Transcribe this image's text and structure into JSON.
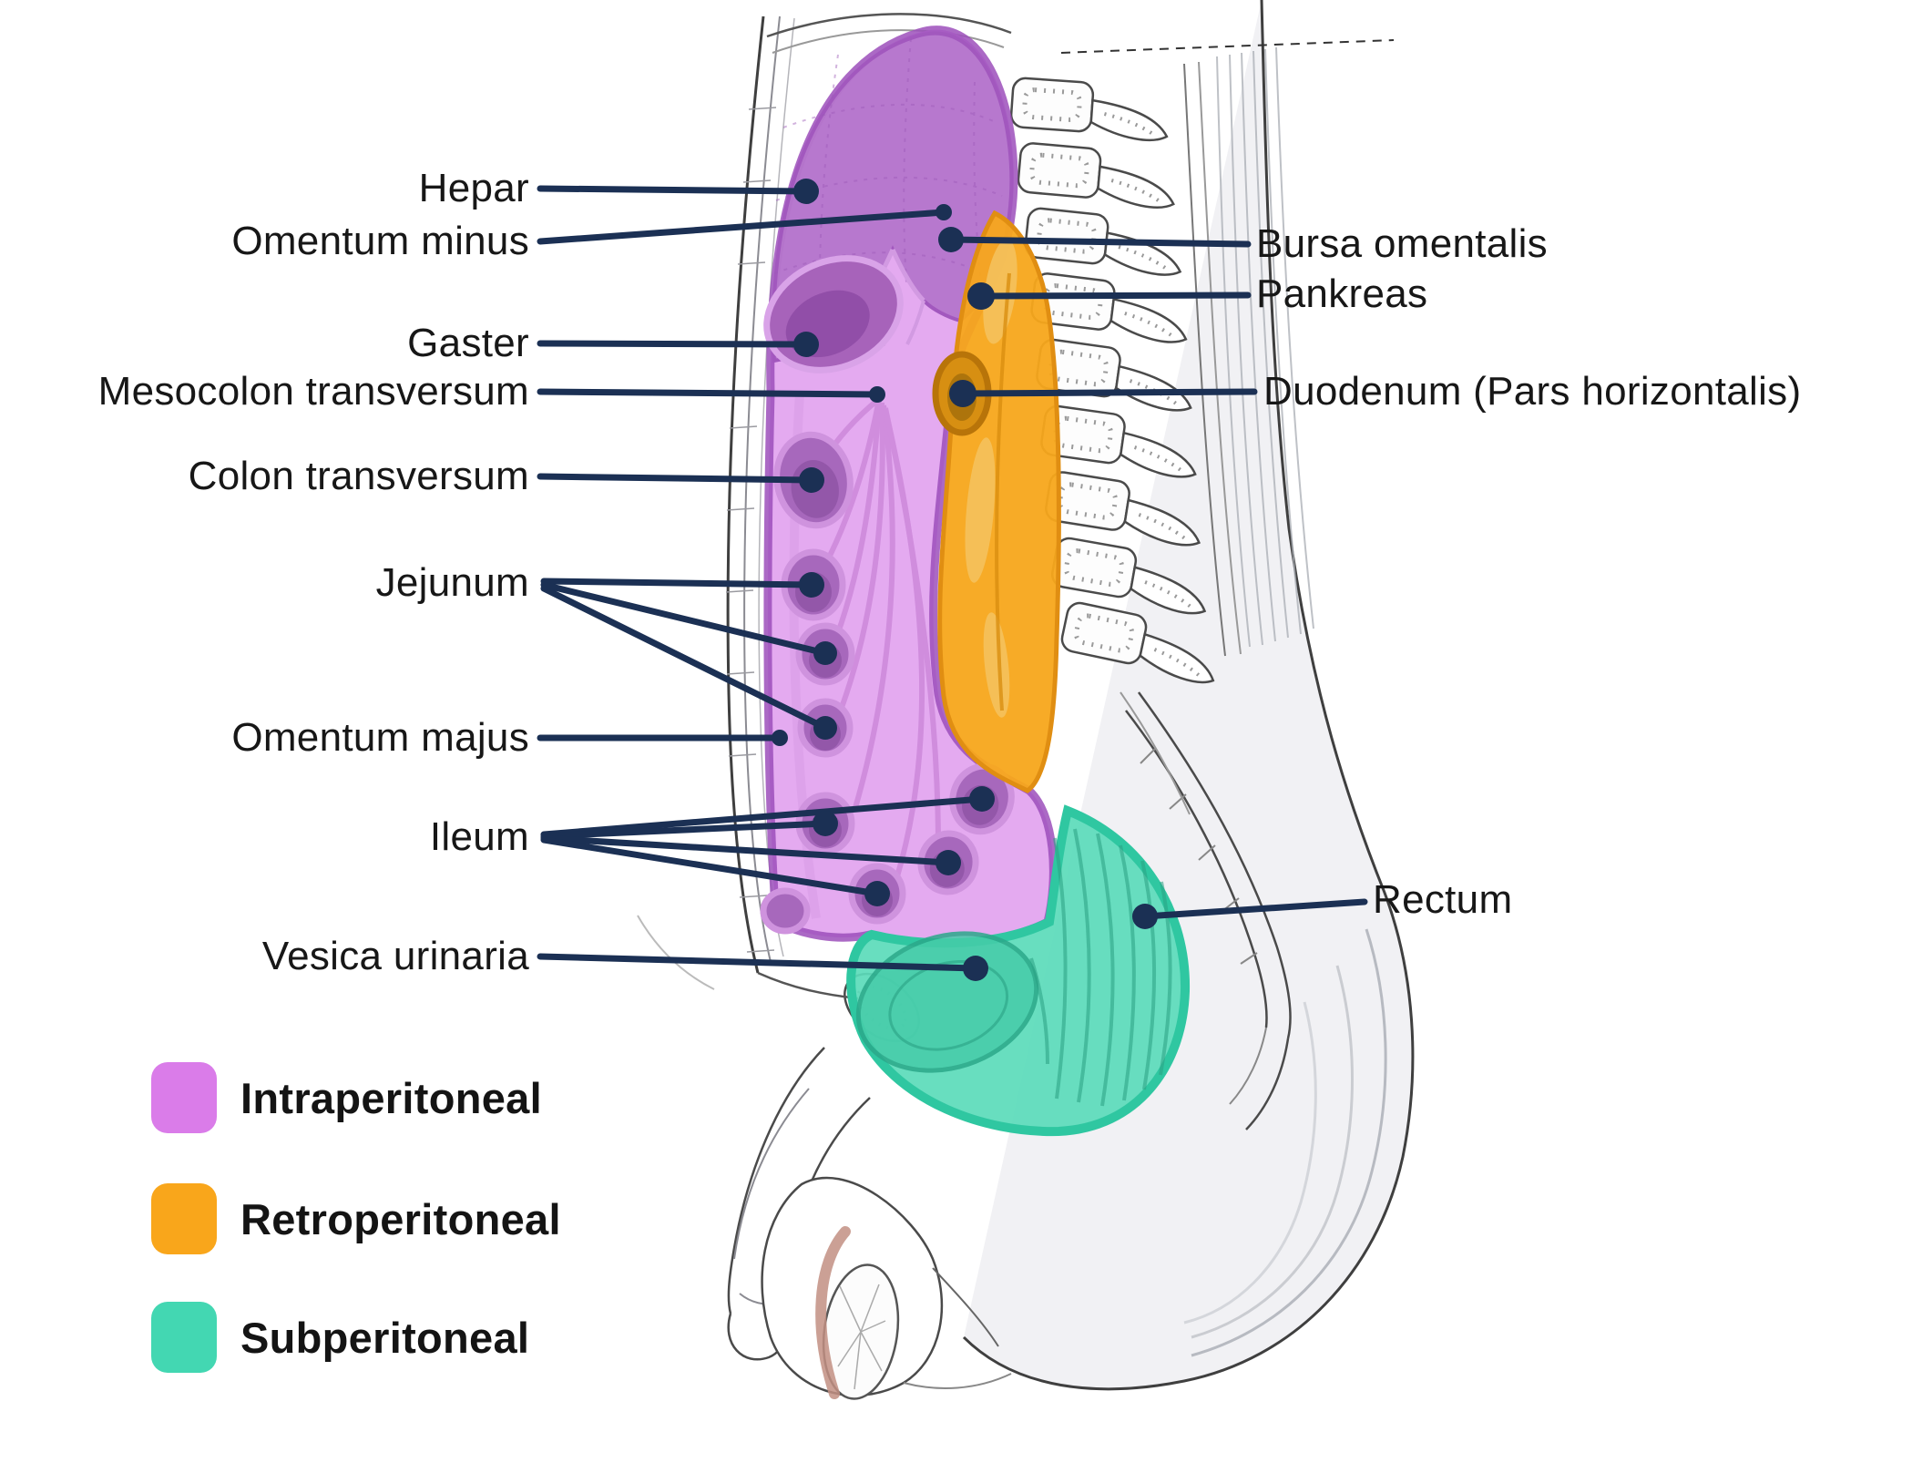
{
  "labels": {
    "left": [
      {
        "text": "Hepar"
      },
      {
        "text": "Omentum minus"
      },
      {
        "text": "Gaster"
      },
      {
        "text": "Mesocolon transversum"
      },
      {
        "text": "Colon transversum"
      },
      {
        "text": "Jejunum"
      },
      {
        "text": "Omentum majus"
      },
      {
        "text": "Ileum"
      },
      {
        "text": "Vesica urinaria"
      }
    ],
    "right": [
      {
        "text": "Bursa omentalis"
      },
      {
        "text": "Pankreas"
      },
      {
        "text": "Duodenum (Pars horizontalis)"
      },
      {
        "text": "Rectum"
      }
    ]
  },
  "legend": {
    "items": [
      {
        "label": "Intraperitoneal",
        "color": "#da7ce9"
      },
      {
        "label": "Retroperitoneal",
        "color": "#f9a61b"
      },
      {
        "label": "Subperitoneal",
        "color": "#43d7b2"
      }
    ]
  },
  "colors": {
    "leader_line": "#1b3054",
    "label_text": "#171717",
    "intraperitoneal_fill": "#e2a4ef",
    "intraperitoneal_border": "#9c4fbb",
    "liver_fill": "#b475cb",
    "retroperitoneal_fill": "#f7a61b",
    "retroperitoneal_border": "#e08e12",
    "subperitoneal_fill": "#5bdbba",
    "subperitoneal_border": "#2fc7a1"
  }
}
